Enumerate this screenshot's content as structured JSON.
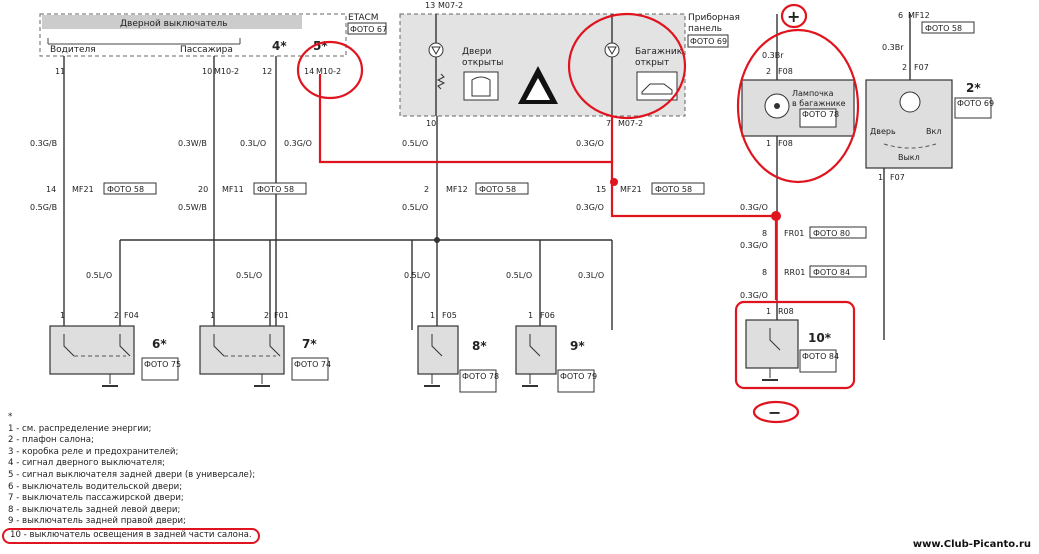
{
  "blocks": {
    "etacm": {
      "label": "ETACM",
      "foto": "ФОТО 67"
    },
    "door_switch": "Дверной выключатель",
    "driver": "Водителя",
    "passenger": "Пассажира",
    "panel": {
      "label": "Приборная панель",
      "foto": "ФОТО 69"
    },
    "doors_open": "Двери открыты",
    "trunk_open": "Багажник открыт",
    "trunk_lamp": {
      "label": "Лампочка в багажнике",
      "foto": "ФОТО 78"
    },
    "dome": {
      "door": "Дверь",
      "on": "Вкл",
      "off": "Выкл",
      "foto": "ФОТО 69"
    }
  },
  "connectors": {
    "m07_2_top": "M07-2",
    "m07_2_bot": "M07-2",
    "m10_2": "M10-2",
    "m10_2b": "M10-2",
    "mf12_top": "MF12",
    "f08a": "F08",
    "f08b": "F08",
    "f07a": "F07",
    "f07b": "F07",
    "mf21_left": "MF21",
    "mf11": "MF11",
    "mf12_mid": "MF12",
    "mf21_right": "MF21",
    "fr01": "FR01",
    "rr01": "RR01",
    "r08": "R08",
    "f04": "F04",
    "f01": "F01",
    "f05": "F05",
    "f06": "F06"
  },
  "pins": {
    "p13": "13",
    "p6": "6",
    "p11": "11",
    "p10": "10",
    "p12": "12",
    "p14": "14",
    "p10b": "10",
    "p7": "7",
    "p2a": "2",
    "p1a": "1",
    "p2b": "2",
    "p1b": "1",
    "p14b": "14",
    "p20": "20",
    "p2c": "2",
    "p15": "15",
    "p8a": "8",
    "p8b": "8",
    "p1r": "1",
    "p1f04": "1",
    "p2f04": "2",
    "p1f01": "1",
    "p2f01": "2",
    "p1f05": "1",
    "p1f06": "1"
  },
  "wires": {
    "w_03br_a": "0.3Br",
    "w_03br_b": "0.3Br",
    "w_03gb": "0.3G/B",
    "w_03wb": "0.3W/B",
    "w_03lo": "0.3L/O",
    "w_03go": "0.3G/O",
    "w_05lo_a": "0.5L/O",
    "w_03go_b": "0.3G/O",
    "w_05gb": "0.5G/B",
    "w_05wb": "0.5W/B",
    "w_05lo_b": "0.5L/O",
    "w_03go_c": "0.3G/O",
    "w_03go_d": "0.3G/O",
    "w_03go_e": "0.3G/O",
    "w_05lo_c": "0.5L/O",
    "w_05lo_d": "0.5L/O",
    "w_05lo_e": "0.5L/O",
    "w_03lo_b": "0.3L/O"
  },
  "fotos": {
    "mf12_top": "ФОТО 58",
    "mf21_left": "ФОТО 58",
    "mf11": "ФОТО 58",
    "mf12_mid": "ФОТО 58",
    "mf21_right": "ФОТО 58",
    "fr01": "ФОТО 80",
    "rr01": "ФОТО 84",
    "c6": "ФОТО 75",
    "c7": "ФОТО 74",
    "c8": "ФОТО 78",
    "c9": "ФОТО 79",
    "c10": "ФОТО 84"
  },
  "refs": {
    "r2": "2*",
    "r4": "4*",
    "r5": "5*",
    "r6": "6*",
    "r7": "7*",
    "r8": "8*",
    "r9": "9*",
    "r10": "10*",
    "plus": "+",
    "minus": "−"
  },
  "legend": {
    "star": "*",
    "items": [
      "1 - см. распределение энергии;",
      "2 - плафон салона;",
      "3 - коробка реле и предохранителей;",
      "4 - сигнал дверного выключателя;",
      "5 - сигнал выключателя задней двери (в универсале);",
      "6 - выключатель водительской двери;",
      "7 - выключатель пассажирской двери;",
      "8 - выключатель задней левой двери;",
      "9 - выключатель задней правой двери;",
      "10 - выключатель освещения в задней части салона."
    ]
  },
  "watermark": "www.Club-Picanto.ru",
  "colors": {
    "highlight": "#e0141e",
    "wire": "#333333"
  }
}
